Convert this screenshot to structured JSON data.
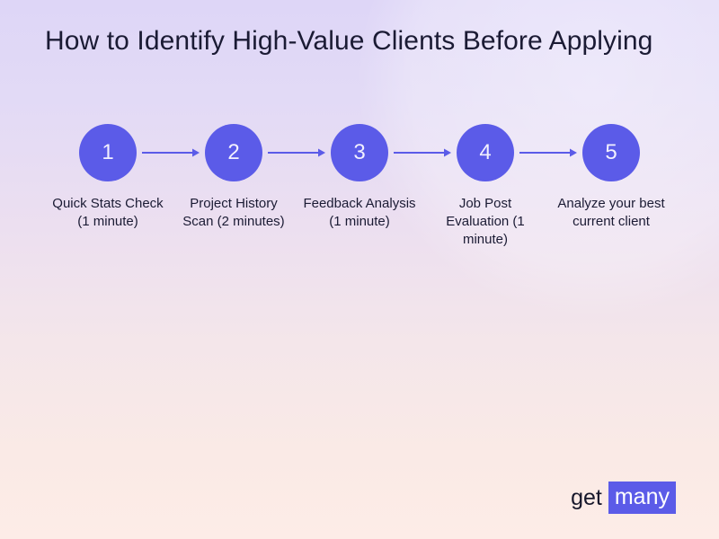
{
  "slide": {
    "title": "How to Identify High-Value Clients Before Applying",
    "background": {
      "gradient_top": "#DED6F7",
      "gradient_bottom": "#FDECE7"
    },
    "accent_color": "#5B5BE8",
    "text_color": "#1B1B34"
  },
  "flow": {
    "type": "horizontal-step-flow",
    "connector_icon": "arrow-right-icon",
    "steps": [
      {
        "number": "1",
        "label": "Quick Stats Check (1 minute)"
      },
      {
        "number": "2",
        "label": "Project History Scan (2 minutes)"
      },
      {
        "number": "3",
        "label": "Feedback Analysis (1 minute)"
      },
      {
        "number": "4",
        "label": "Job Post Evaluation (1 minute)"
      },
      {
        "number": "5",
        "label": "Analyze your best current client"
      }
    ]
  },
  "logo": {
    "word_one": "get",
    "word_two": "many",
    "badge_color": "#5B5BE8",
    "badge_text_color": "#FFFFFF"
  }
}
